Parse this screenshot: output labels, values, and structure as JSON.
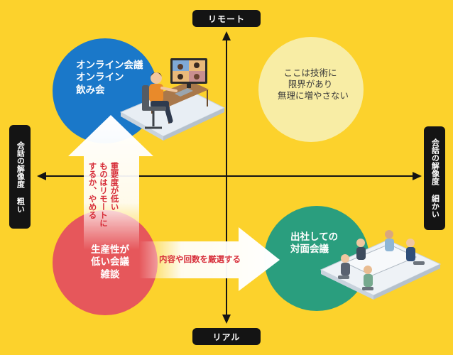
{
  "axis": {
    "top_label": "リモート",
    "bottom_label": "リアル",
    "left_label": "会話の解像度 粗い",
    "right_label": "会話の解像度 細かい"
  },
  "quadrants": {
    "top_left": {
      "lines": [
        "オンライン会議",
        "オンライン",
        "飲み会"
      ]
    },
    "top_right": {
      "lines": [
        "ここは技術に",
        "限界があり",
        "無理に増やさない"
      ]
    },
    "bottom_left": {
      "lines": [
        "生産性が",
        "低い会議",
        "雑談"
      ]
    },
    "bottom_right": {
      "lines": [
        "出社しての",
        "対面会議"
      ]
    }
  },
  "arrows": {
    "up": {
      "lines": [
        "重要度が低い",
        "ものはリモートに",
        "するか、やめる"
      ]
    },
    "right": {
      "label": "内容や回数を厳選する"
    }
  },
  "colors": {
    "background": "#FCD22C",
    "online_circle": "#1A78C9",
    "limit_circle": "#F8EDA5",
    "low_productivity_circle": "#E6575B",
    "office_circle": "#2A9E7E",
    "arrow_text": "#D72E3A",
    "label_pill": "#141414"
  }
}
